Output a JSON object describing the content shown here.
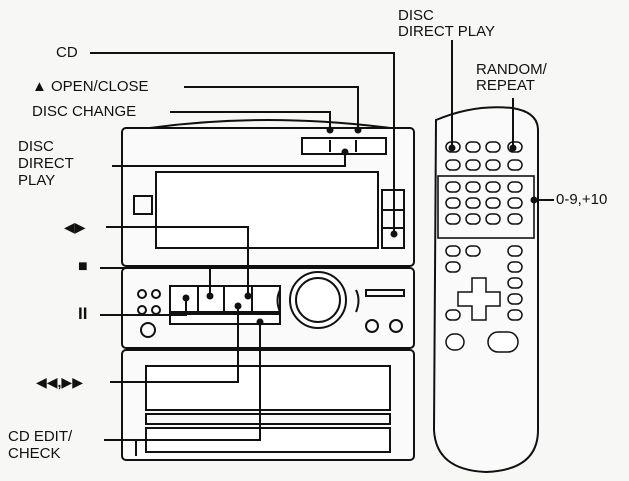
{
  "labels": {
    "cd": "CD",
    "open_close": "▲ OPEN/CLOSE",
    "disc_change": "DISC CHANGE",
    "disc_direct_play_left": [
      "DISC",
      "DIRECT",
      "PLAY"
    ],
    "disc_direct_play_top": [
      "DISC",
      "DIRECT PLAY"
    ],
    "random_repeat": [
      "RANDOM/",
      "REPEAT"
    ],
    "numbers": "0-9,+10",
    "play_symbol": "◀▶",
    "stop_symbol": "■",
    "pause_symbol": "II",
    "skip_symbols": "◀◀,▶▶",
    "cd_edit_check": [
      "CD EDIT/",
      "CHECK"
    ]
  }
}
